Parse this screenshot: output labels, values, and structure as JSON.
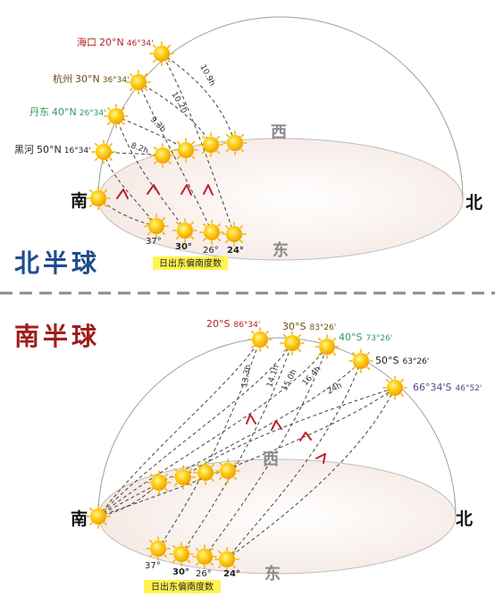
{
  "north": {
    "title": "北半球",
    "title_color": "#1f4e8c",
    "directions": {
      "south": "南",
      "north": "北",
      "west": "西",
      "east": "东"
    },
    "cities": [
      {
        "name": "海口",
        "lat": "20°N",
        "angle": "46°34'",
        "color": "#b52026"
      },
      {
        "name": "杭州",
        "lat": "30°N",
        "angle": "36°34'",
        "color": "#6b4e13"
      },
      {
        "name": "丹东",
        "lat": "40°N",
        "angle": "26°34'",
        "color": "#2e9c5a"
      },
      {
        "name": "黑河",
        "lat": "50°N",
        "angle": "16°34'",
        "color": "#222222"
      }
    ],
    "hours": [
      "10.9h",
      "10.2h",
      "9.3h",
      "8.2h"
    ],
    "sunrise_degrees": [
      {
        "value": "37°",
        "color": "#222222"
      },
      {
        "value": "30°",
        "color": "#2e9c9c"
      },
      {
        "value": "26°",
        "color": "#222222"
      },
      {
        "value": "24°",
        "color": "#b52026"
      }
    ],
    "sunrise_note": "日出东偏南度数"
  },
  "south": {
    "title": "南半球",
    "title_color": "#a01e1e",
    "directions": {
      "south": "南",
      "north": "北",
      "west": "西",
      "east": "东"
    },
    "cities": [
      {
        "lat": "20°S",
        "angle": "86°34'",
        "color": "#b52026"
      },
      {
        "lat": "30°S",
        "angle": "83°26'",
        "color": "#6b4e13"
      },
      {
        "lat": "40°S",
        "angle": "73°26'",
        "color": "#2e9c5a"
      },
      {
        "lat": "50°S",
        "angle": "63°26'",
        "color": "#222222"
      },
      {
        "lat": "66°34'S",
        "angle": "46°52'",
        "color": "#5b3f8c"
      }
    ],
    "hours": [
      "13.3h",
      "14.1h",
      "15.0h",
      "16.4h",
      "24h"
    ],
    "sunrise_degrees": [
      {
        "value": "37°",
        "color": "#222222"
      },
      {
        "value": "30°",
        "color": "#2e9c9c"
      },
      {
        "value": "26°",
        "color": "#222222"
      },
      {
        "value": "24°",
        "color": "#b52026"
      }
    ],
    "sunrise_note": "日出东偏南度数"
  },
  "colors": {
    "sun_core": "#ffd21a",
    "sun_edge": "#f0a000",
    "arrow": "#c0202a",
    "note_bg": "#fff44f",
    "divider": "#8a8a8a"
  }
}
